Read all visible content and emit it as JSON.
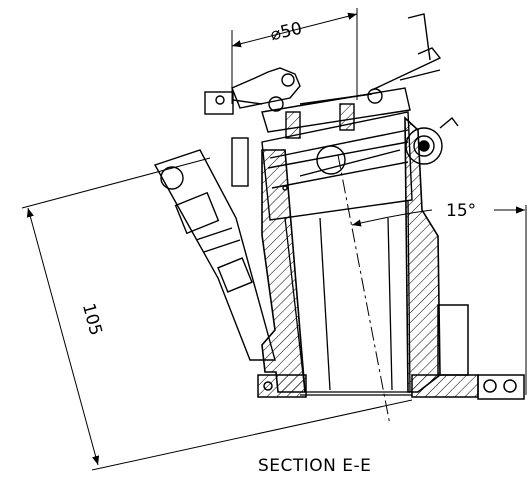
{
  "drawing": {
    "section_label": "SECTION E-E",
    "dimensions": {
      "diameter": "⌀50",
      "length": "105",
      "angle": "15°"
    },
    "colors": {
      "line": "#000000",
      "background": "#ffffff"
    }
  }
}
